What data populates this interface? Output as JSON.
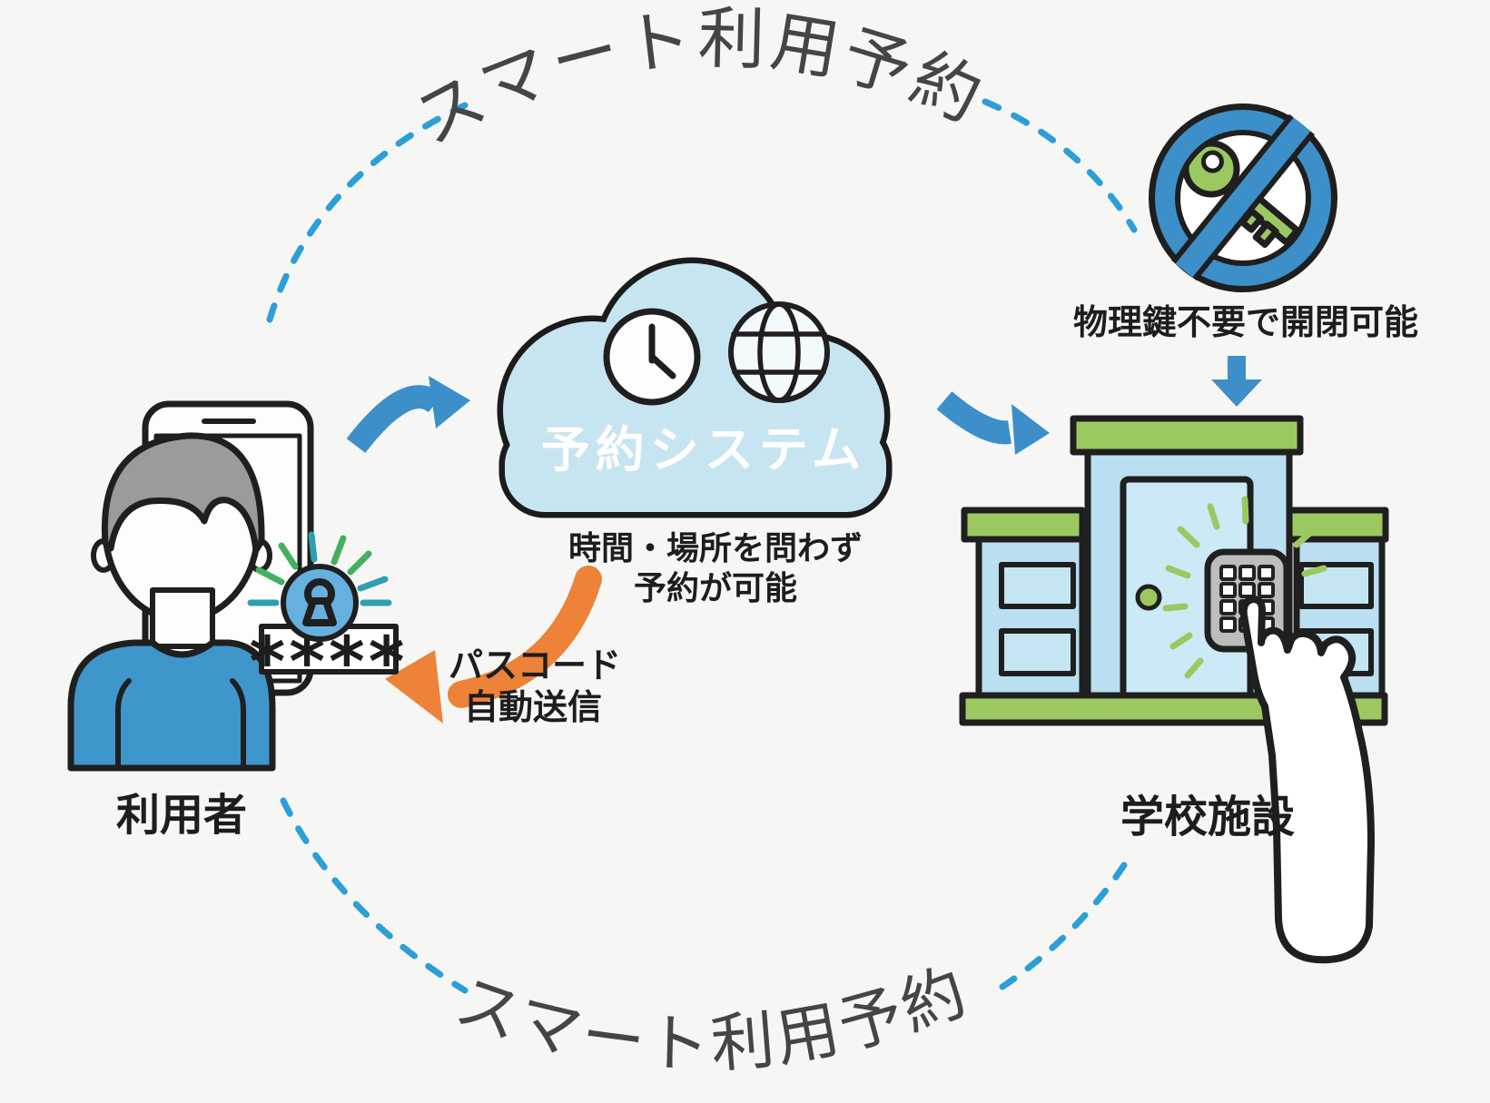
{
  "colors": {
    "background": "#f6f7f5",
    "title_ink": "#454545",
    "dash_blue": "#2b9fd8",
    "arrow_blue": "#3d8fc9",
    "arrow_orange": "#ed8238",
    "cloud_fill": "#c7e5f1",
    "cloud_text": "#ffffff",
    "green": "#9cc861",
    "wall_blue": "#b9dff0",
    "door_blue": "#cbe9f6",
    "window_blue": "#c4e6f2",
    "shirt_blue": "#3e96cb",
    "hair_gray": "#9b9b9b",
    "lock_blue": "#66b0df",
    "ray_green": "#44b05e",
    "ray_teal": "#2f9fae",
    "keypad_gray": "#bcbebe"
  },
  "cycle": {
    "title_top": "スマート利用予約",
    "title_bottom": "スマート利用予約"
  },
  "user": {
    "label": "利用者",
    "passcode_mask": "****"
  },
  "cloud": {
    "label": "予約システム",
    "caption_line1": "時間・場所を問わず",
    "caption_line2": "予約が可能"
  },
  "passcode_arrow": {
    "label_line1": "パスコード",
    "label_line2": "自動送信"
  },
  "no_physical_key": {
    "caption": "物理鍵不要で開閉可能"
  },
  "school": {
    "label": "学校施設"
  }
}
